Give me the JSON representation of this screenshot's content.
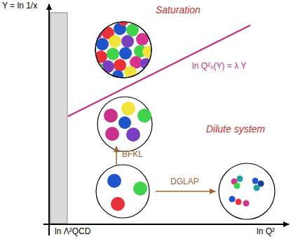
{
  "diagram": {
    "labels": [
      "Y = ln 1/x",
      "Saturation",
      "ln Q²ₛ(Y) = λ Y",
      "Dilute system",
      "BFKL",
      "DGLAP",
      "ln Λ²QCD",
      "ln Q²"
    ]
  }
}
